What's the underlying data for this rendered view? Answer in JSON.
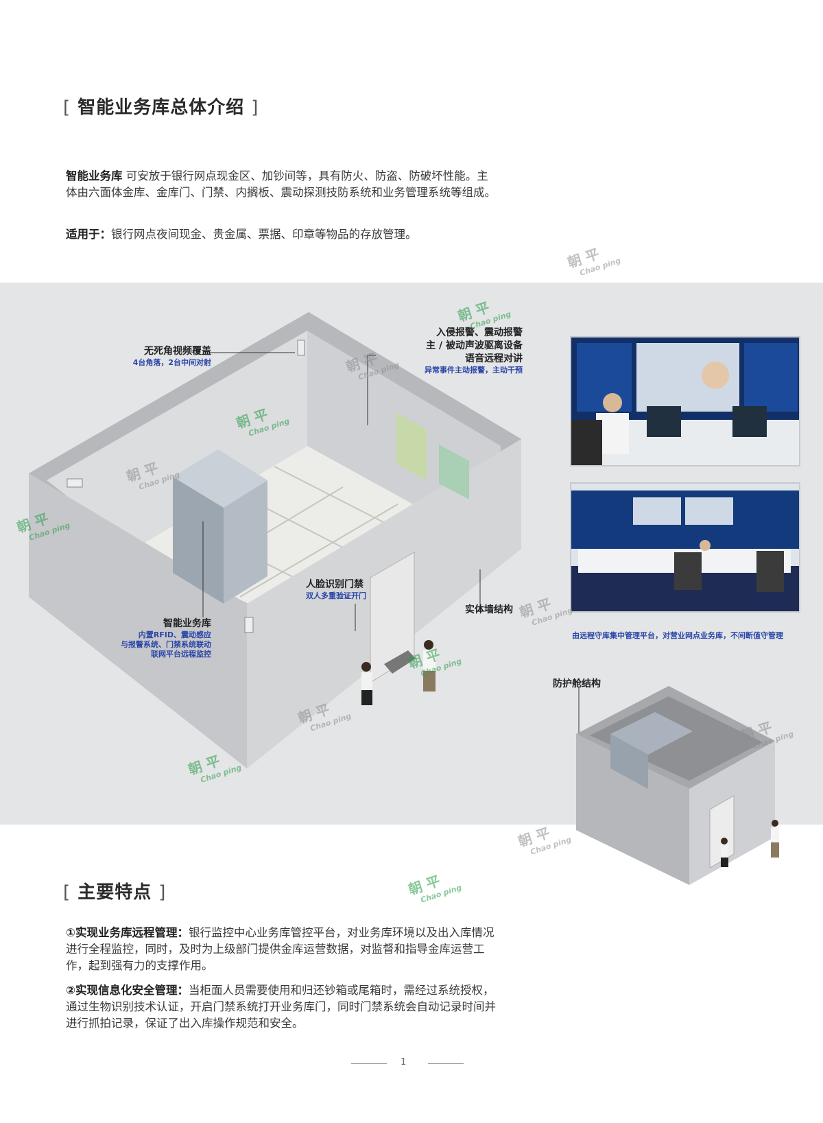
{
  "intro": {
    "heading": "智能业务库总体介绍",
    "product_name": "智能业务库",
    "description": "可安放于银行网点现金区、加钞间等，具有防火、防盗、防破坏性能。主体由六面体金库、金库门、门禁、内搁板、震动探测技防系统和业务管理系统等组成。",
    "apply_label": "适用于：",
    "apply_text": "银行网点夜间现金、贵金属、票据、印章等物品的存放管理。"
  },
  "diagram": {
    "callouts": {
      "video_title": "无死角视频覆盖",
      "video_sub": "4台角落，2台中间对射",
      "alarm_line1": "入侵报警、震动报警",
      "alarm_prefix": "主",
      "alarm_line2": "被动声波驱离设备",
      "alarm_line3": "语音远程对讲",
      "alarm_sub": "异常事件主动报警，主动干预",
      "face_title": "人脸识别门禁",
      "face_sub": "双人多重验证开门",
      "wall_title": "实体墙结构",
      "vault_title": "智能业务库",
      "vault_sub1": "内置RFID、震动感应",
      "vault_sub2": "与报警系统、门禁系统联动",
      "vault_sub3": "联网平台远程监控",
      "cabin_title": "防护舱结构"
    },
    "monitor_caption": "由远程守库集中管理平台，对营业网点业务库，不间断值守管理"
  },
  "features": {
    "heading": "主要特点",
    "items": [
      {
        "marker": "①",
        "title": "实现业务库远程管理：",
        "text": "银行监控中心业务库管控平台，对业务库环境以及出入库情况进行全程监控，同时，及时为上级部门提供金库运营数据，对监督和指导金库运营工作，起到强有力的支撑作用。"
      },
      {
        "marker": "②",
        "title": "实现信息化安全管理：",
        "text": "当柜面人员需要使用和归还钞箱或尾箱时，需经过系统授权，通过生物识别技术认证，开启门禁系统打开业务库门，同时门禁系统会自动记录时间并进行抓拍记录，保证了出入库操作规范和安全。"
      }
    ]
  },
  "watermark": {
    "cn": "朝 平",
    "en": "Chao ping"
  },
  "page_number": "1",
  "colors": {
    "band": "#e4e5e7",
    "accent_blue": "#2a46a8",
    "watermark_green": "#2a9d4a"
  }
}
